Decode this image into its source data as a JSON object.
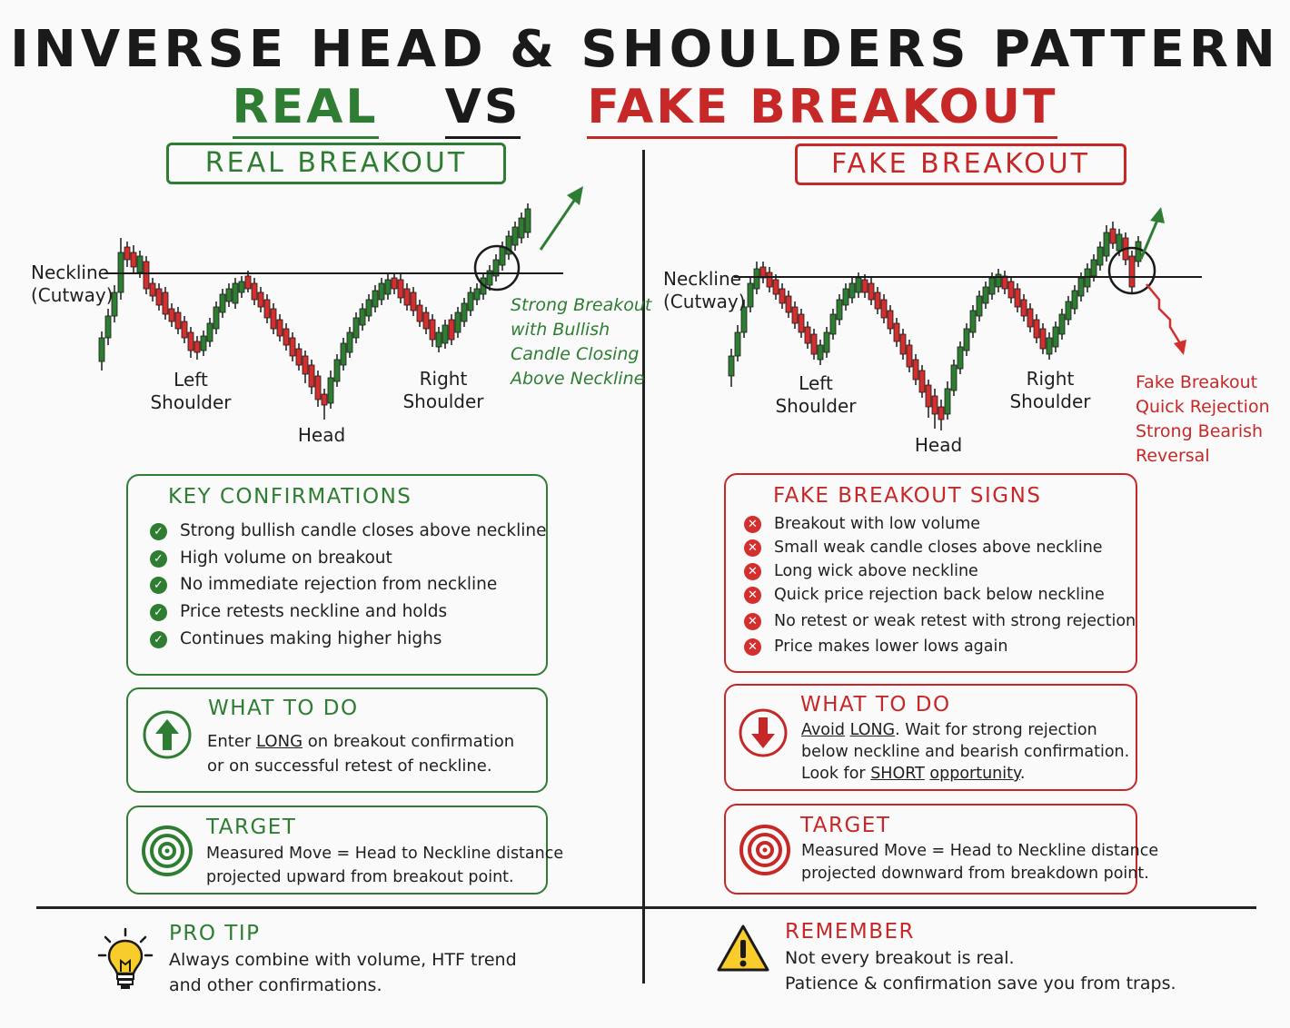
{
  "title": "INVERSE HEAD & SHOULDERS PATTERN",
  "subtitle": {
    "real": "REAL",
    "vs": "VS",
    "fake": "FAKE BREAKOUT"
  },
  "colors": {
    "green": "#2e7d32",
    "red": "#c62828",
    "bull": "#2e7d32",
    "bear": "#d32f2f",
    "ink": "#1a1a1a"
  },
  "real": {
    "header": "REAL BREAKOUT",
    "neckline": [
      "Neckline",
      "(Cutway)"
    ],
    "labels": {
      "left_shoulder": [
        "Left",
        "Shoulder"
      ],
      "head": "Head",
      "right_shoulder": [
        "Right",
        "Shoulder"
      ]
    },
    "annotation": [
      "Strong Breakout",
      "with Bullish",
      "Candle Closing",
      "Above Neckline"
    ],
    "confirm_title": "KEY CONFIRMATIONS",
    "confirmations": [
      "Strong bullish candle closes above neckline",
      "High volume on breakout",
      "No immediate rejection from neckline",
      "Price retests neckline and holds",
      "Continues making higher highs"
    ],
    "todo_title": "WHAT TO DO",
    "todo": {
      "pre": "Enter ",
      "emph": "LONG",
      "post": " on breakout confirmation",
      "line2": "or on successful retest of neckline."
    },
    "target_title": "TARGET",
    "target": [
      "Measured Move = Head to Neckline distance",
      "projected upward from breakout point."
    ],
    "icon_todo": "up-arrow-icon",
    "icon_target": "target-icon"
  },
  "fake": {
    "header": "FAKE BREAKOUT",
    "neckline": [
      "Neckline",
      "(Cutway)"
    ],
    "labels": {
      "left_shoulder": [
        "Left",
        "Shoulder"
      ],
      "head": "Head",
      "right_shoulder": [
        "Right",
        "Shoulder"
      ]
    },
    "annotation": [
      "Fake Breakout",
      "Quick Rejection",
      "Strong Bearish",
      "Reversal"
    ],
    "signs_title": "FAKE BREAKOUT SIGNS",
    "signs": [
      "Breakout with low volume",
      "Small weak candle closes above neckline",
      "Long wick above neckline",
      "Quick price rejection back below neckline",
      "No retest or weak retest with strong rejection",
      "Price makes lower lows again"
    ],
    "todo_title": "WHAT TO DO",
    "todo": {
      "emph1": "Avoid",
      "emph2": "LONG",
      "mid": ". Wait for strong rejection",
      "line2": "below neckline and bearish confirmation.",
      "line3_pre": "Look for ",
      "emph3": "SHORT",
      "emph4": "opportunity",
      "line3_post": "."
    },
    "target_title": "TARGET",
    "target": [
      "Measured Move = Head to Neckline distance",
      "projected downward from breakdown point."
    ],
    "icon_todo": "down-arrow-icon",
    "icon_target": "target-icon"
  },
  "pro_tip": {
    "title": "PRO TIP",
    "lines": [
      "Always combine with volume, HTF trend",
      "and other confirmations."
    ],
    "icon": "lightbulb-icon"
  },
  "remember": {
    "title": "REMEMBER",
    "lines": [
      "Not every breakout is real.",
      "Patience & confirmation save you from traps."
    ],
    "icon": "warning-icon"
  }
}
